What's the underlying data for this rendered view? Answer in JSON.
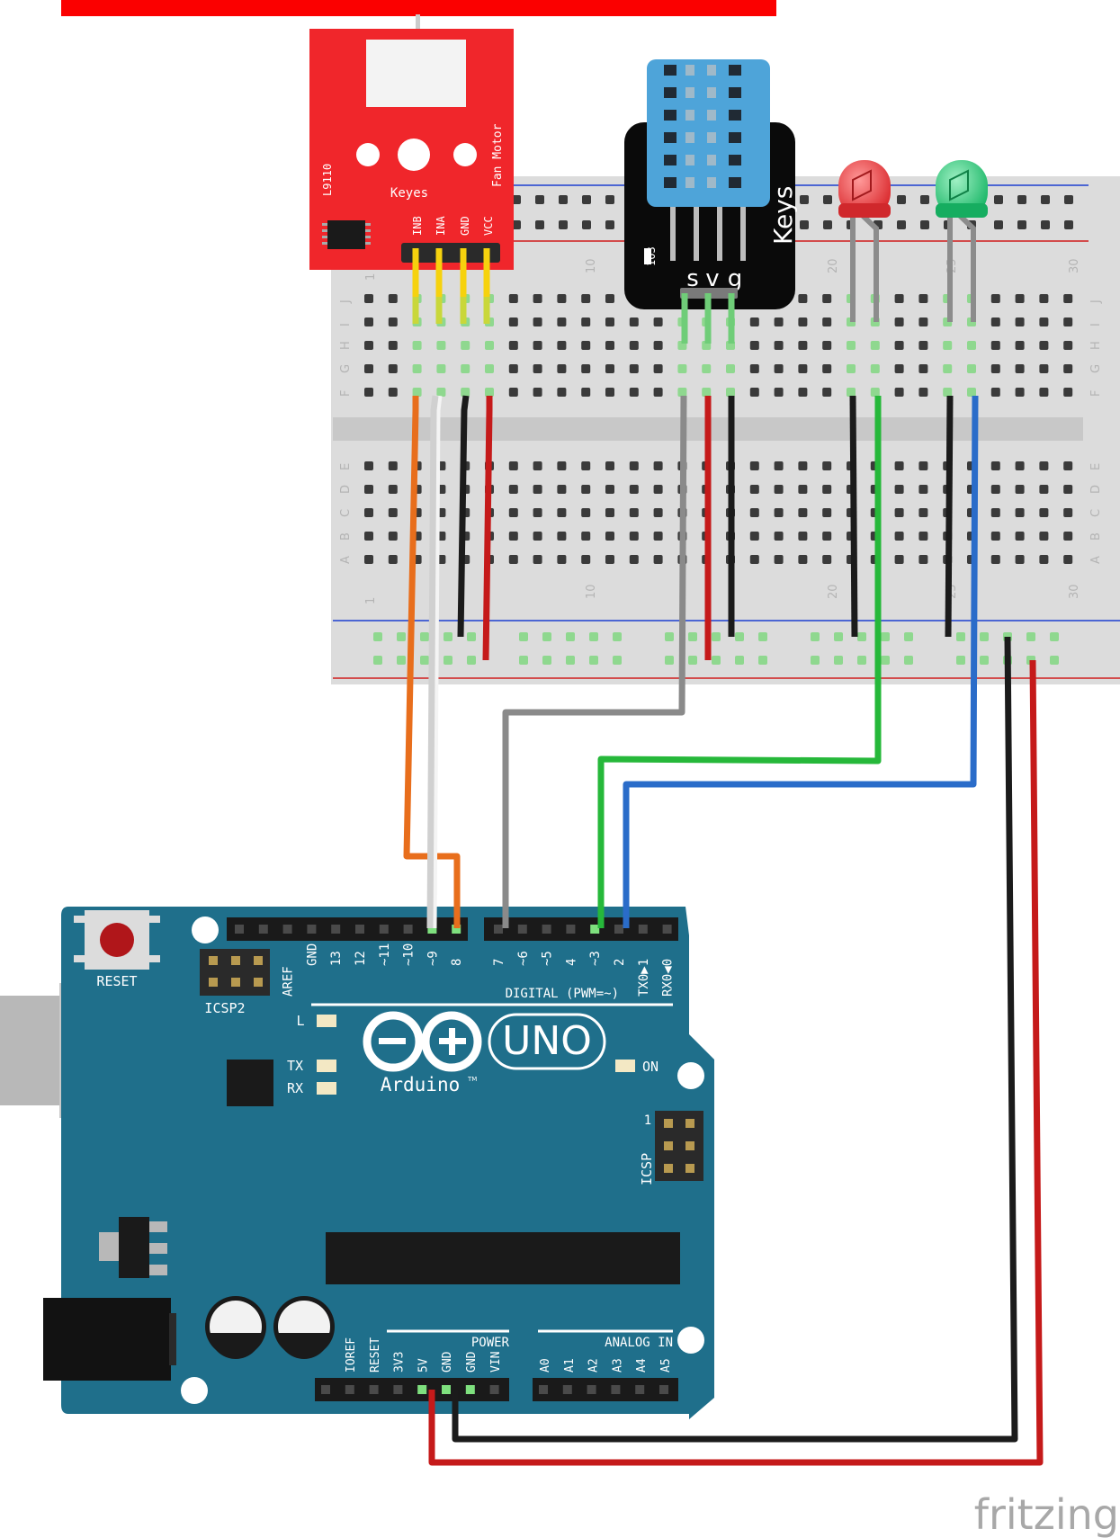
{
  "fan_module": {
    "brand": "Keyes",
    "side_label": "Fan Motor",
    "chip_label": "L9110",
    "pins": [
      "INB",
      "INA",
      "GND",
      "VCC"
    ]
  },
  "dht_sensor": {
    "brand": "Keys",
    "pins": [
      "s",
      "v",
      "g"
    ],
    "code": "103"
  },
  "breadboard": {
    "column_labels": [
      "1",
      "10",
      "20",
      "25",
      "30"
    ],
    "row_labels_top": [
      "J",
      "I",
      "H",
      "G",
      "F"
    ],
    "row_labels_bottom": [
      "E",
      "D",
      "C",
      "B",
      "A"
    ]
  },
  "arduino": {
    "reset": "RESET",
    "icsp2": "ICSP2",
    "icsp": "ICSP",
    "icsp_pin1": "1",
    "led_l": "L",
    "led_tx": "TX",
    "led_rx": "RX",
    "on": "ON",
    "brand": "Arduino",
    "tm": "TM",
    "model": "UNO",
    "digital_heading": "DIGITAL (PWM=~)",
    "digital_pins": [
      "AREF",
      "GND",
      "13",
      "12",
      "~11",
      "~10",
      "~9",
      "8",
      "7",
      "~6",
      "~5",
      "4",
      "~3",
      "2",
      "TX0▶1",
      "RX0◀0"
    ],
    "power_heading": "POWER",
    "power_pins": [
      "IOREF",
      "RESET",
      "3V3",
      "5V",
      "GND",
      "GND",
      "VIN"
    ],
    "analog_heading": "ANALOG IN",
    "analog_pins": [
      "A0",
      "A1",
      "A2",
      "A3",
      "A4",
      "A5"
    ]
  },
  "watermark": "fritzing",
  "colors": {
    "board": "#1f6f8b",
    "fan_pcb": "#f0262b",
    "dht_body": "#4ea4d9",
    "wire_orange": "#e86e1c",
    "wire_white": "#f4f4f4",
    "wire_black": "#1b1b1b",
    "wire_red": "#c51a1a",
    "wire_gray": "#8a8a8a",
    "wire_green": "#26b83a",
    "wire_blue": "#2a6cc9",
    "led_red": "#e8373a",
    "led_green": "#28c878"
  }
}
